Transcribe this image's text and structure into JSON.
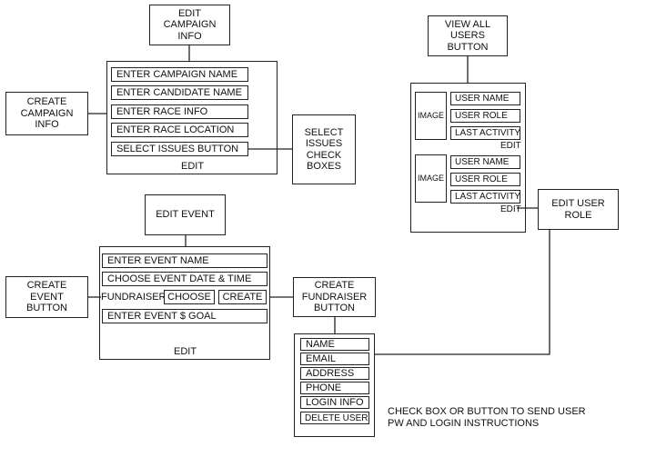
{
  "campaign": {
    "edit_info_box": "EDIT\nCAMPAIGN\nINFO",
    "create_info_box": "CREATE\nCAMPAIGN\nINFO",
    "fields": [
      "ENTER CAMPAIGN NAME",
      "ENTER CANDIDATE NAME",
      "ENTER RACE INFO",
      "ENTER RACE LOCATION",
      "SELECT ISSUES BUTTON"
    ],
    "edit_label": "EDIT",
    "select_issues_box": "SELECT\nISSUES\nCHECK\nBOXES"
  },
  "users": {
    "view_all_box": "VIEW ALL\nUSERS\nBUTTON",
    "cards": [
      {
        "image_label": "IMAGE",
        "fields": [
          "USER NAME",
          "USER ROLE",
          "LAST ACTIVITY"
        ],
        "edit_label": "EDIT"
      },
      {
        "image_label": "IMAGE",
        "fields": [
          "USER NAME",
          "USER ROLE",
          "LAST ACTIVITY"
        ],
        "edit_label": "EDIT"
      }
    ],
    "edit_role_box": "EDIT USER\nROLE"
  },
  "event": {
    "edit_event_box": "EDIT EVENT",
    "create_event_box": "CREATE\nEVENT\nBUTTON",
    "fields": [
      "ENTER EVENT NAME",
      "CHOOSE EVENT DATE & TIME",
      "ENTER EVENT $ GOAL"
    ],
    "fundraiser_label": "FUNDRAISER",
    "choose_button": "CHOOSE",
    "create_button": "CREATE",
    "edit_label": "EDIT"
  },
  "fundraiser": {
    "create_box": "CREATE\nFUNDRAISER\nBUTTON",
    "fields": [
      "NAME",
      "EMAIL",
      "ADDRESS",
      "PHONE",
      "LOGIN INFO",
      "DELETE USER"
    ],
    "note": "CHECK BOX OR BUTTON TO  SEND USER\nPW AND LOGIN INSTRUCTIONS"
  }
}
